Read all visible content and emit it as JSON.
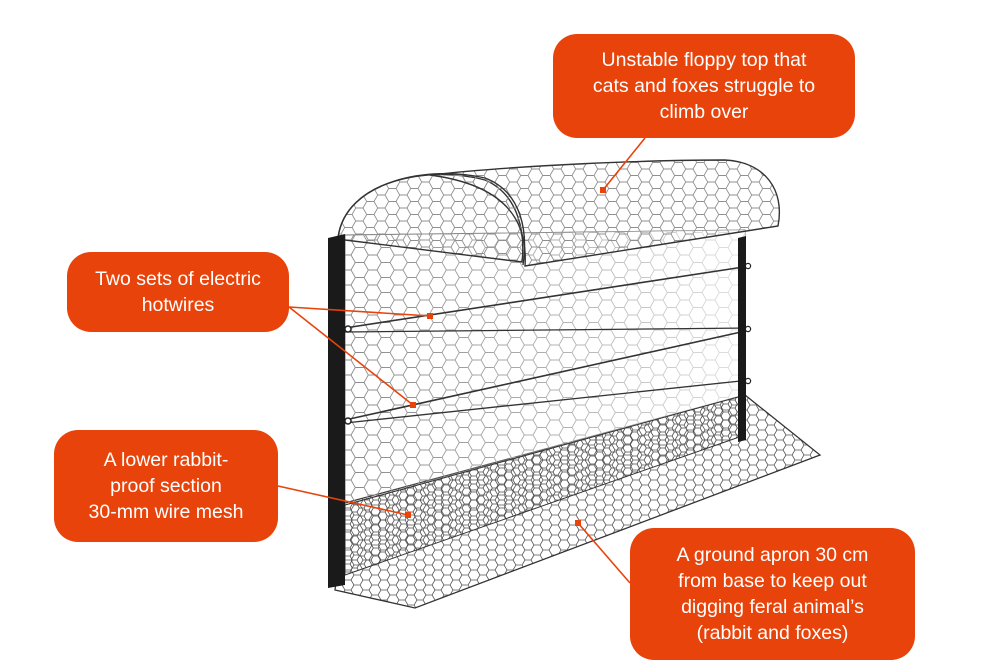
{
  "colors": {
    "callout_bg": "#e8430a",
    "callout_text": "#ffffff",
    "leader": "#e8430a",
    "post": "#1a1a1a",
    "mesh": "#8a8a8a"
  },
  "callouts": {
    "floppy_top": "Unstable floppy top that\ncats and foxes struggle to\nclimb over",
    "hotwires": "Two sets of electric\nhotwires",
    "lower_section": "A lower rabbit-\nproof section\n30-mm wire mesh",
    "ground_apron": "A ground apron 30 cm\nfrom base to keep out\ndigging feral animal’s\n(rabbit and foxes)"
  }
}
